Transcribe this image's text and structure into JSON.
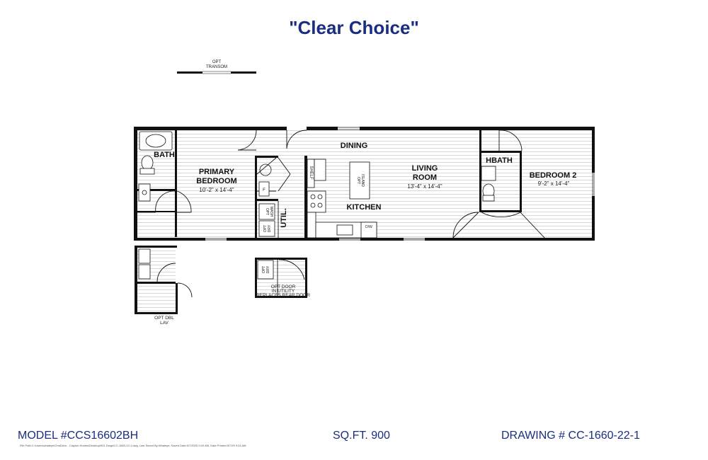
{
  "title": "\"Clear Choice\"",
  "colors": {
    "brand": "#1a2d80",
    "wall": "#111111",
    "floor_line": "#cfcfcf"
  },
  "rooms": {
    "bath": "BATH",
    "primary_line1": "PRIMARY",
    "primary_line2": "BEDROOM",
    "primary_dim": "10'-2\" x 14'-4\"",
    "dining": "DINING",
    "living_line1": "LIVING",
    "living_line2": "ROOM",
    "living_dim": "13'-4\" x 14'-4\"",
    "kitchen": "KITCHEN",
    "util": "UTIL.",
    "hbath": "HBATH",
    "bedroom2": "BEDROOM 2",
    "bedroom2_dim": "9'-2\" x 14'-4\""
  },
  "fixtures": {
    "shelf": "SHELF",
    "opt_island_1": "OPT",
    "opt_island_2": "ISLAND",
    "dw": "D/W",
    "opt_wash_1": "OPT",
    "opt_wash_2": "WASH",
    "opt_dry_1": "OPT",
    "opt_dry_2": "DRY",
    "freezer": "F"
  },
  "notes": {
    "transom_1": "OPT",
    "transom_2": "TRANSOM",
    "opt_door_1": "OPT DOOR",
    "opt_door_2": "IN UTILITY",
    "opt_door_3": "REPLACES REAR DOOR",
    "dbl_lav_1": "OPT DBL",
    "dbl_lav_2": "LAV"
  },
  "footer": {
    "model": "MODEL #CCS16602BH",
    "sqft": "SQ.FT. 900",
    "drawing": "DRAWING # CC-1660-22-1",
    "fine_print": "File Path:C:\\Users\\whaleye\\OneDrive - Clayton Homes\\Desktop\\901 Dwgs\\CC-1660-22-1.dwg, Last Saved By:Whaleye, Saved Date:9/7/2025 9:20 AM, Date Printed:9/7/25 9:24 AM"
  }
}
